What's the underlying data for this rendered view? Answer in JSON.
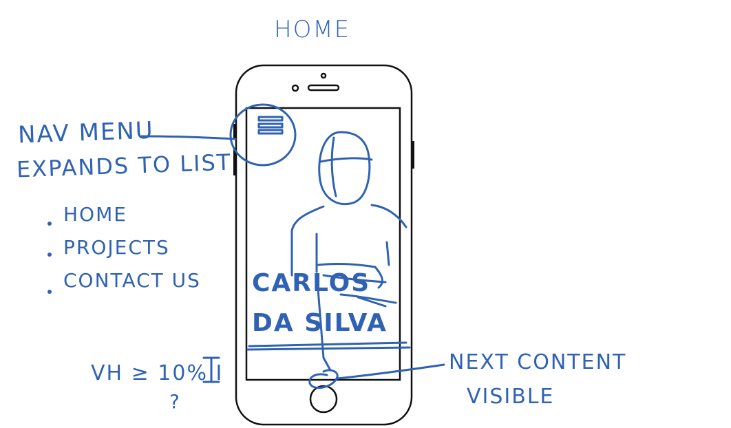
{
  "sketch": {
    "title": "HOME",
    "menu_note_line1": "NAV MENU",
    "menu_note_line2": "EXPANDS TO LIST",
    "menu_items": [
      "HOME",
      "PROJECTS",
      "CONTACT US"
    ],
    "hero_name_line1": "CARLOS",
    "hero_name_line2": "DA SILVA",
    "vh_note": "VH ≥ 10% I",
    "vh_question": "?",
    "next_note_line1": "NEXT CONTENT",
    "next_note_line2": "VISIBLE"
  },
  "colors": {
    "ink": "#2f62b3",
    "device_outline": "#111111",
    "background": "#ffffff"
  },
  "icons": {
    "menu": "hamburger-menu-icon",
    "home_button": "home-button-icon"
  }
}
